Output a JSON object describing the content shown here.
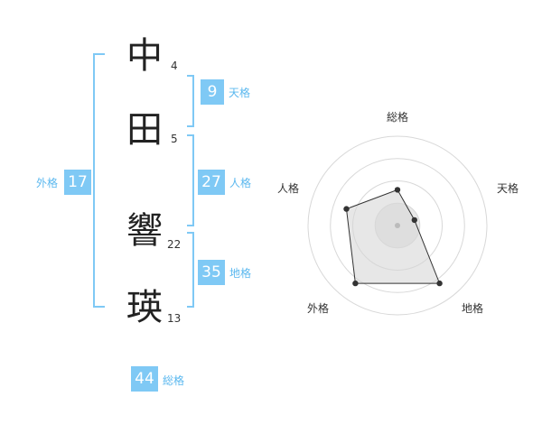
{
  "name": {
    "chars": [
      {
        "char": "中",
        "strokes": "4"
      },
      {
        "char": "田",
        "strokes": "5"
      },
      {
        "char": "響",
        "strokes": "22"
      },
      {
        "char": "瑛",
        "strokes": "13"
      }
    ]
  },
  "fortunes": {
    "tenkaku": {
      "value": "9",
      "label": "天格"
    },
    "jinkaku": {
      "value": "27",
      "label": "人格"
    },
    "chikaku": {
      "value": "35",
      "label": "地格"
    },
    "gaikaku": {
      "value": "17",
      "label": "外格"
    },
    "soukaku": {
      "value": "44",
      "label": "総格"
    }
  },
  "colors": {
    "accent": "#7fc9f5",
    "bracket": "#7fc9f5",
    "label": "#5bb8ef"
  },
  "chart_data": {
    "type": "radar",
    "axes": [
      "総格",
      "天格",
      "地格",
      "外格",
      "人格"
    ],
    "values": [
      0.4,
      0.2,
      0.8,
      0.8,
      0.6
    ],
    "range": [
      0,
      1
    ],
    "rings": 4
  }
}
